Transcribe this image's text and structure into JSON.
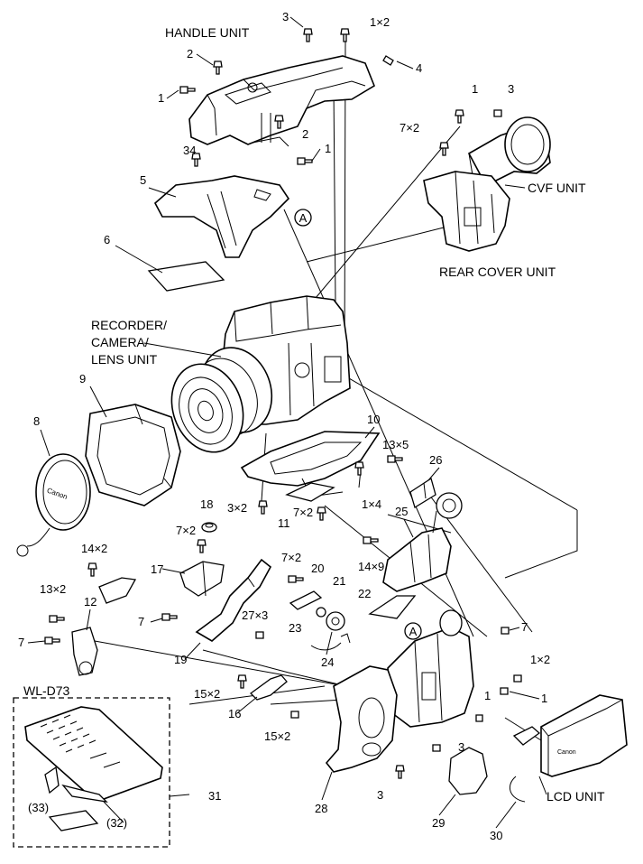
{
  "units": {
    "handle": "HANDLE UNIT",
    "cvf": "CVF UNIT",
    "rear_cover": "REAR COVER UNIT",
    "recorder_1": "RECORDER/",
    "recorder_2": "CAMERA/",
    "recorder_3": "LENS UNIT",
    "lcd": "LCD UNIT",
    "remote": "WL-D73"
  },
  "labels": {
    "l3a": "3",
    "l1x2a": "1×2",
    "l2a": "2",
    "l4": "4",
    "l1a": "1",
    "l2b": "2",
    "l34": "34",
    "l1b": "1",
    "l1c": "1",
    "l3b": "3",
    "l7x2a": "7×2",
    "l5": "5",
    "lA1": "A",
    "l6": "6",
    "l9": "9",
    "l8": "8",
    "l10": "10",
    "l13x5": "13×5",
    "l26": "26",
    "l1x4": "1×4",
    "l18": "18",
    "l7x2b": "7×2",
    "l11": "11",
    "l7x2c": "7×2",
    "l3x2": "3×2",
    "l25": "25",
    "l14x2": "14×2",
    "l17": "17",
    "l7x2d": "7×2",
    "l20": "20",
    "l21": "21",
    "l14x9": "14×9",
    "l22": "22",
    "l13x2": "13×2",
    "l12": "12",
    "l7a": "7",
    "l27x3": "27×3",
    "l23": "23",
    "lA2": "A",
    "l7b": "7",
    "l7c": "7",
    "l19": "19",
    "l24": "24",
    "l1x2b": "1×2",
    "l1d": "1",
    "l1e": "1",
    "l15x2a": "15×2",
    "l16": "16",
    "l15x2b": "15×2",
    "l3c": "3",
    "l31": "31",
    "l28": "28",
    "l3d": "3",
    "l29": "29",
    "l30": "30",
    "l33": "(33)",
    "l32": "(32)"
  },
  "brand": "Canon"
}
